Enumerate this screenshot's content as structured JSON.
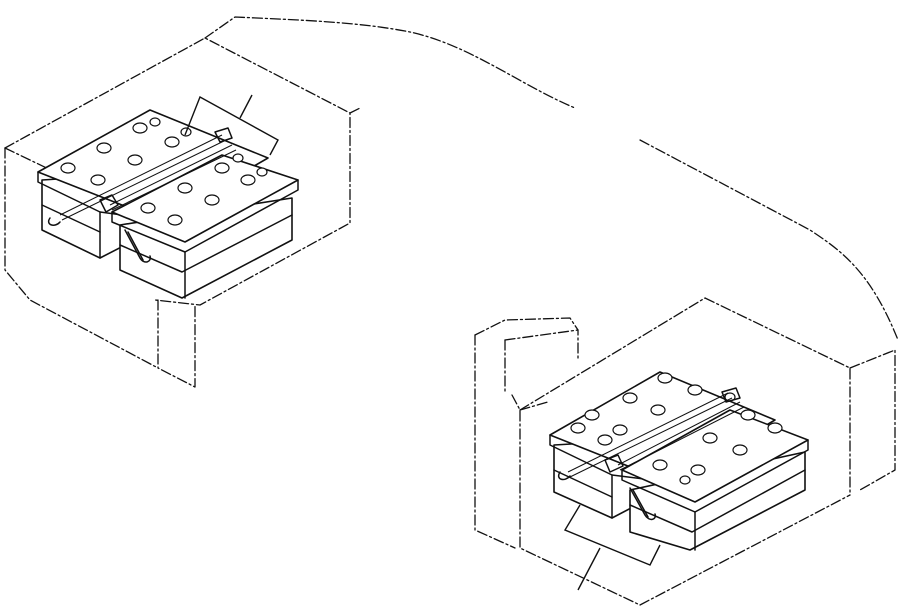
{
  "figure": {
    "description_visible_text": "",
    "groups": [
      {
        "id": "upper-left-battery-assembly",
        "battery_count": 2
      },
      {
        "id": "lower-right-battery-assembly",
        "battery_count": 2
      }
    ]
  },
  "colors": {
    "line": "#111111",
    "background": "#ffffff"
  }
}
